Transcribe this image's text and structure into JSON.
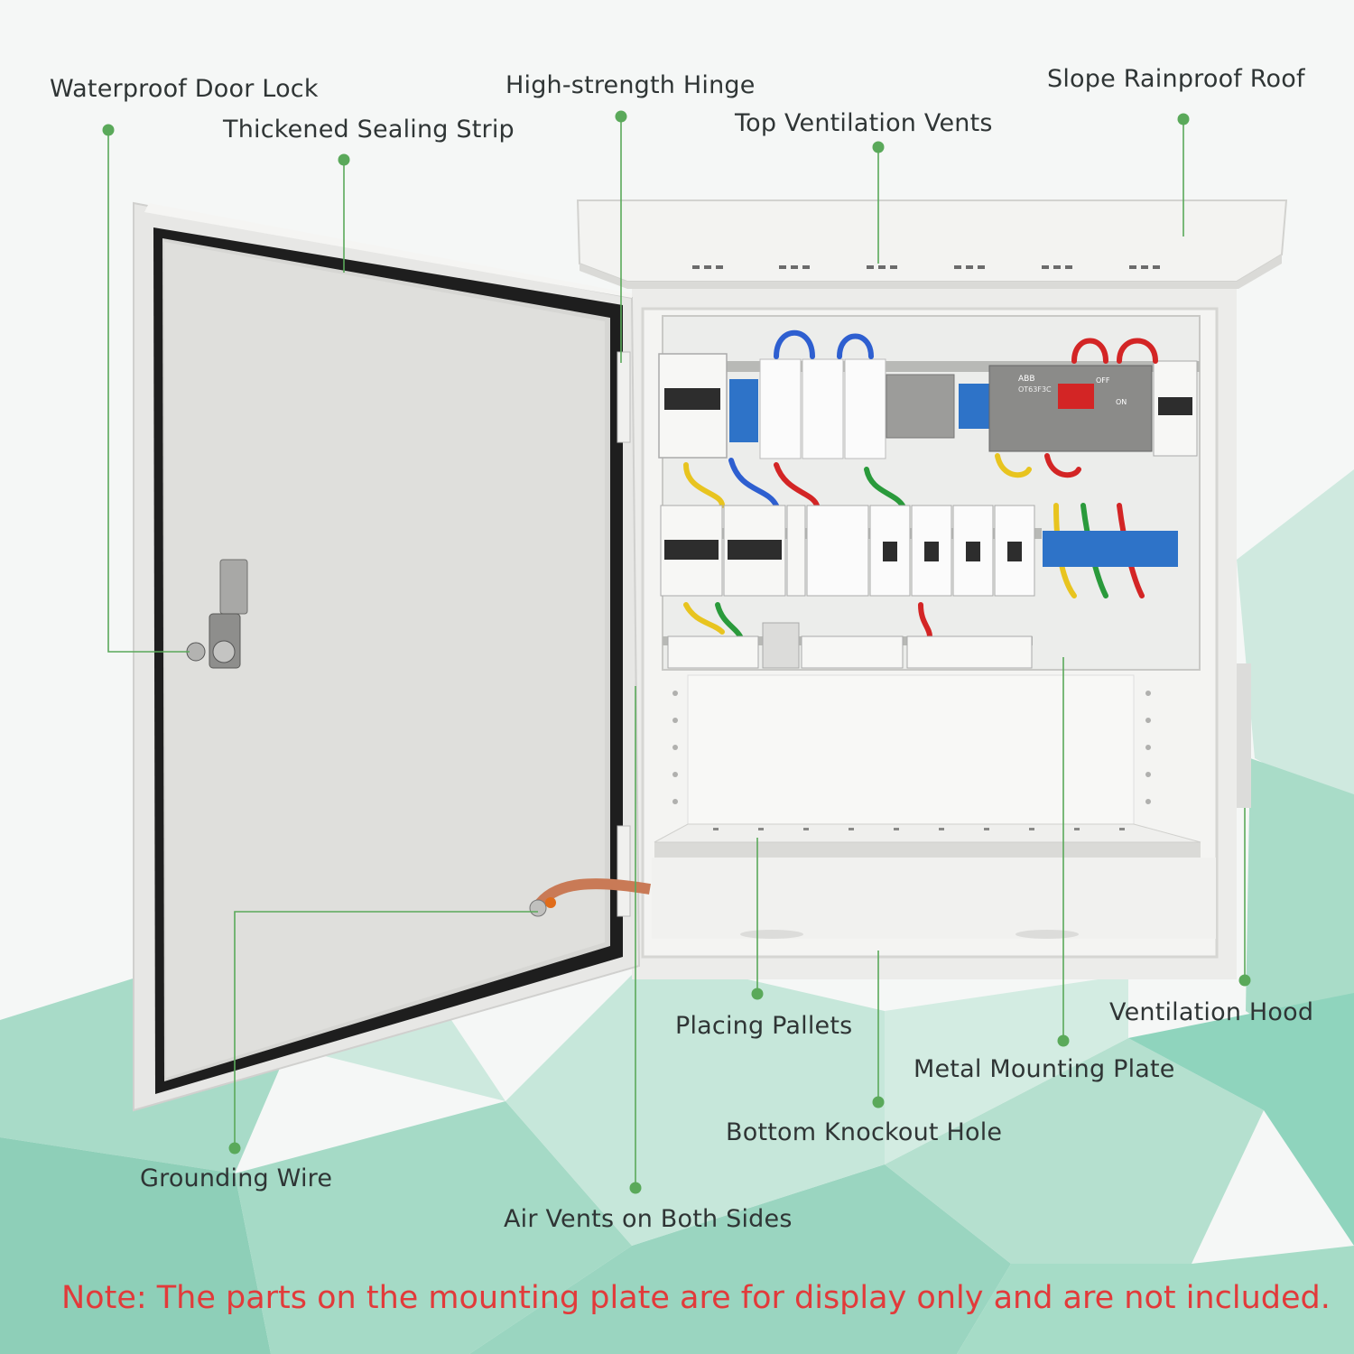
{
  "callouts": {
    "waterproof_door_lock": "Waterproof Door Lock",
    "thickened_sealing_strip": "Thickened Sealing Strip",
    "high_strength_hinge": "High-strength Hinge",
    "top_ventilation_vents": "Top Ventilation Vents",
    "slope_rainproof_roof": "Slope Rainproof Roof",
    "placing_pallets": "Placing Pallets",
    "ventilation_hood": "Ventilation Hood",
    "metal_mounting_plate": "Metal Mounting Plate",
    "bottom_knockout_hole": "Bottom Knockout Hole",
    "grounding_wire": "Grounding Wire",
    "air_vents_on_both_sides": "Air Vents on Both Sides"
  },
  "note": "Note: The parts on the mounting plate are for display only and are not included.",
  "device_labels": {
    "switch_brand": "ABB",
    "switch_model": "OT63F3C",
    "switch_off": "OFF",
    "switch_on": "ON"
  },
  "colors": {
    "callout_green": "#5aa95a",
    "note_red": "#e23a3a",
    "background_teal": "#8fd4bd"
  }
}
